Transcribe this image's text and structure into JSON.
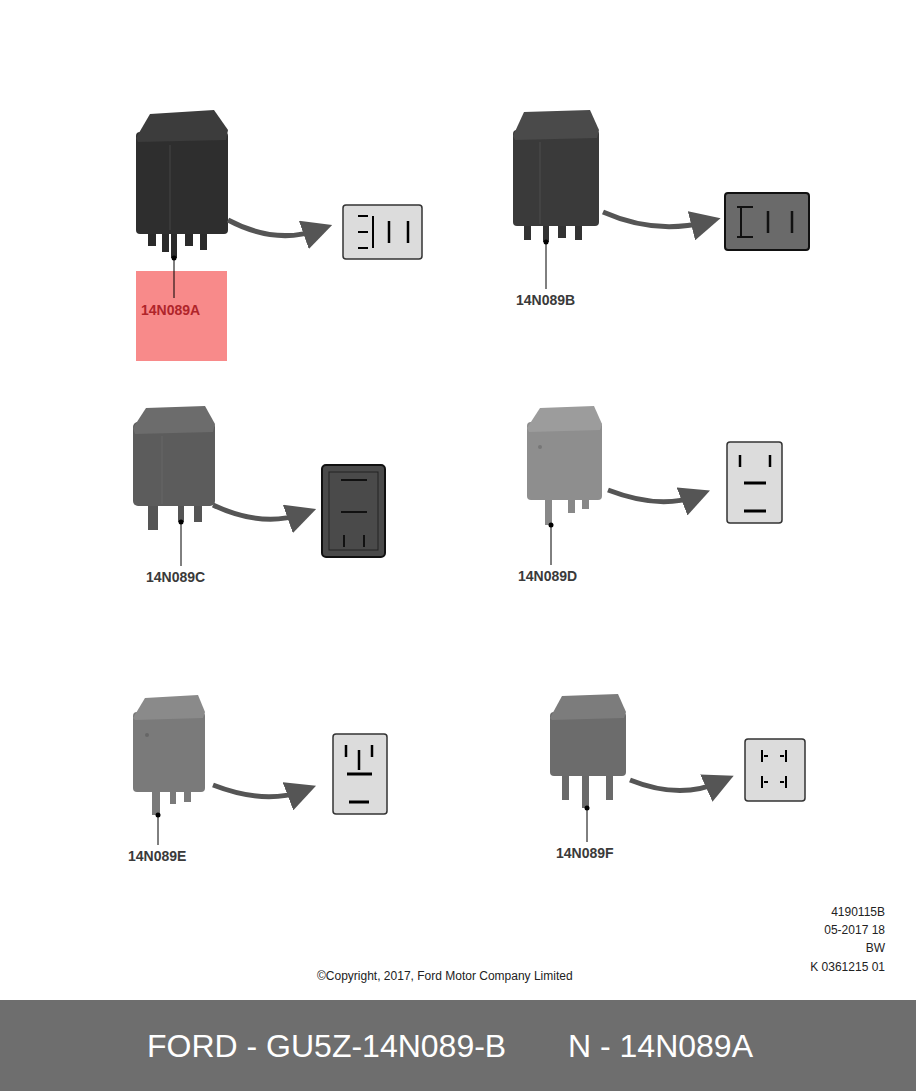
{
  "diagram": {
    "labels": [
      "14N089A",
      "14N089B",
      "14N089C",
      "14N089D",
      "14N089E",
      "14N089F",
      "©Copyright, 2017, Ford Motor Company Limited",
      "4190115B",
      "05-2017 18",
      "BW",
      "K 0361215 01",
      "FORD - GU5Z-14N089-B",
      "N - 14N089A"
    ]
  }
}
